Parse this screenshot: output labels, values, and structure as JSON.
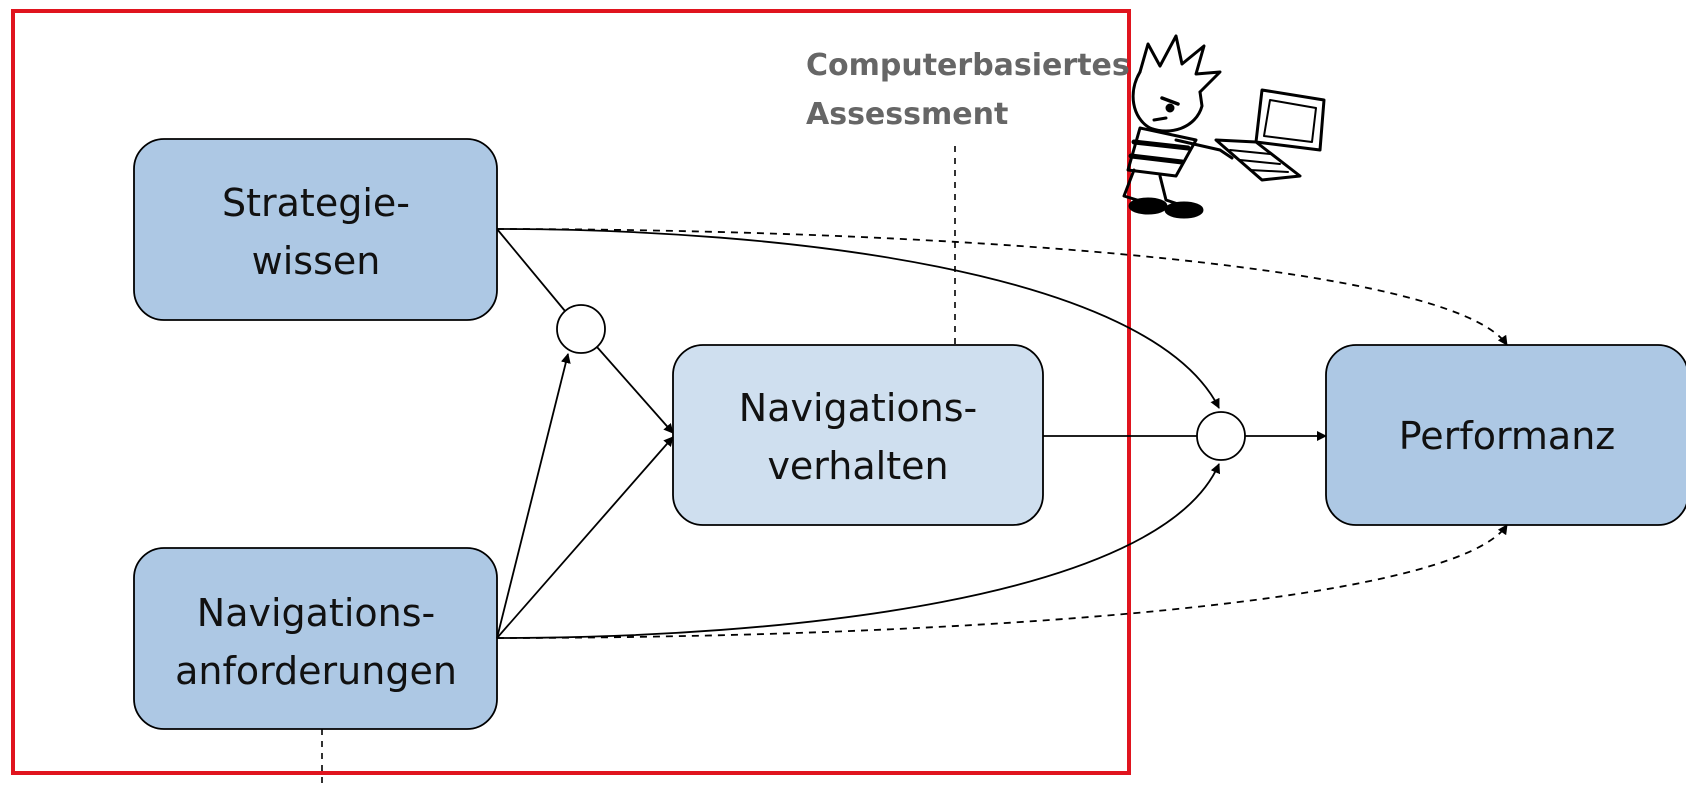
{
  "annotation": {
    "line1": "Computerbasiertes",
    "line2": "Assessment"
  },
  "nodes": {
    "strategiewissen": {
      "line1": "Strategie-",
      "line2": "wissen"
    },
    "navigationsanforderungen": {
      "line1": "Navigations-",
      "line2": "anforderungen"
    },
    "navigationsverhalten": {
      "line1": "Navigations-",
      "line2": "verhalten"
    },
    "performanz": {
      "line1": "Performanz"
    }
  },
  "colors": {
    "node_fill": "#adc8e4",
    "node_fill_light": "#cfdfef",
    "frame": "#e0141e",
    "annotation_text": "#666666"
  },
  "illustration": {
    "icon": "boy-at-computer-icon"
  }
}
